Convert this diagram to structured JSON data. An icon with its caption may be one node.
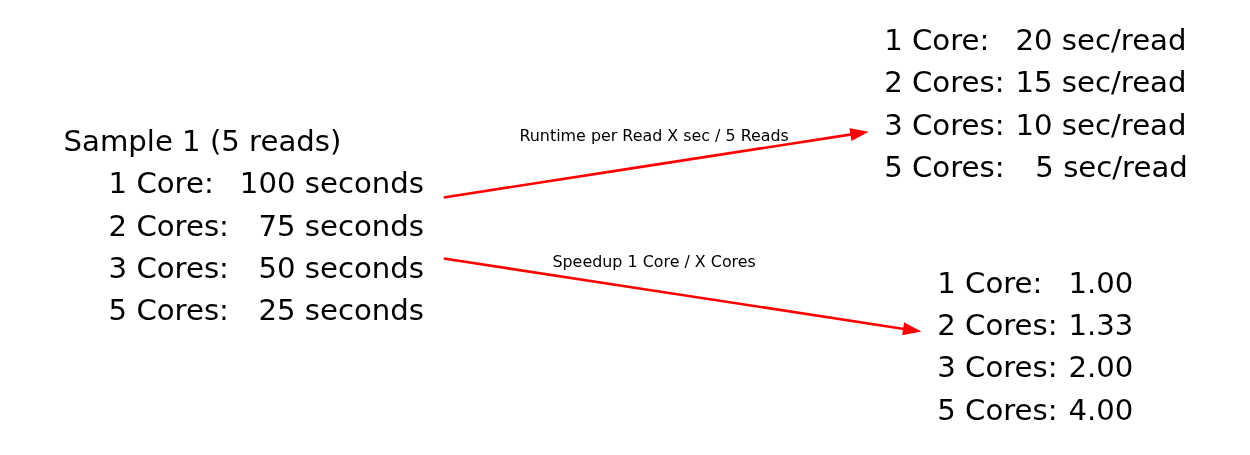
{
  "diagram": {
    "nodes": [
      {
        "text": [
          "Sample 1 (5 reads)",
          "1 Core:",
          "100 seconds",
          "2 Cores:",
          "75 seconds",
          "3 Cores:",
          "50 seconds",
          "5 Cores:",
          "25 seconds"
        ]
      },
      {
        "text": [
          "1 Core:",
          "20 sec/read",
          "2 Cores:",
          "15 sec/read",
          "3 Cores:",
          "10 sec/read",
          "5 Cores:",
          "5 sec/read"
        ]
      },
      {
        "text": [
          "1 Core:",
          "1.00",
          "2 Cores:",
          "1.33",
          "3 Cores:",
          "2.00",
          "5 Cores:",
          "4.00"
        ]
      }
    ],
    "edges": [
      {
        "from": 0,
        "to": 1,
        "arrow": "to",
        "label": "Runtime per Read X sec / 5 Reads",
        "color": "#ff0000"
      },
      {
        "from": 0,
        "to": 2,
        "arrow": "to",
        "label": "Speedup 1 Core / X Cores",
        "color": "#ff0000"
      }
    ]
  }
}
